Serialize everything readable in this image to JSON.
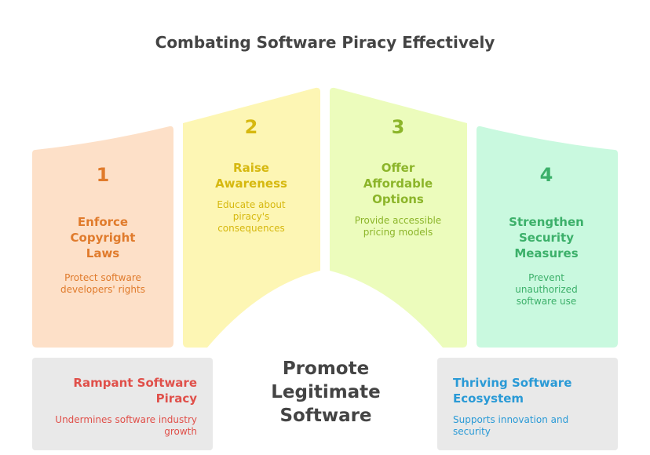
{
  "title": "Combating Software Piracy Effectively",
  "steps": [
    {
      "number": "1",
      "heading": "Enforce Copyright Laws",
      "description": "Protect software developers' rights",
      "color": "#e07b2c",
      "fill": "#fde0c8"
    },
    {
      "number": "2",
      "heading": "Raise Awareness",
      "description": "Educate about piracy's consequences",
      "color": "#d6b80f",
      "fill": "#fdf6b4"
    },
    {
      "number": "3",
      "heading": "Offer Affordable Options",
      "description": "Provide accessible pricing models",
      "color": "#8cb52a",
      "fill": "#ecfcbc"
    },
    {
      "number": "4",
      "heading": "Strengthen Security Measures",
      "description": "Prevent unauthorized software use",
      "color": "#3cb06a",
      "fill": "#c9f9df"
    }
  ],
  "left_box": {
    "heading": "Rampant Software Piracy",
    "description": "Undermines software industry growth",
    "color": "#e0504a"
  },
  "right_box": {
    "heading": "Thriving Software Ecosystem",
    "description": "Supports innovation and security",
    "color": "#2a9ad6"
  },
  "center": {
    "text": "Promote Legitimate Software"
  }
}
